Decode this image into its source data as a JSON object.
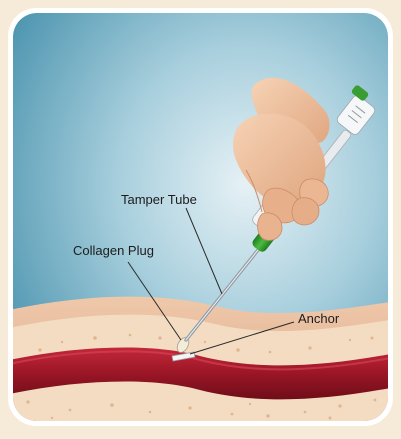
{
  "labels": {
    "tamper_tube": "Tamper Tube",
    "collagen_plug": "Collagen Plug",
    "anchor": "Anchor"
  },
  "icons": {
    "device": "closure-device-icon",
    "hand": "hand-icon"
  },
  "colors": {
    "page_background": "#f6ead9",
    "sky_top": "#4c97b2",
    "sky_bottom": "#d3e6ee",
    "skin": "#e5b898",
    "tissue": "#f2d9bd",
    "vessel": "#9e1b2b",
    "device_green": "#36a02f"
  }
}
